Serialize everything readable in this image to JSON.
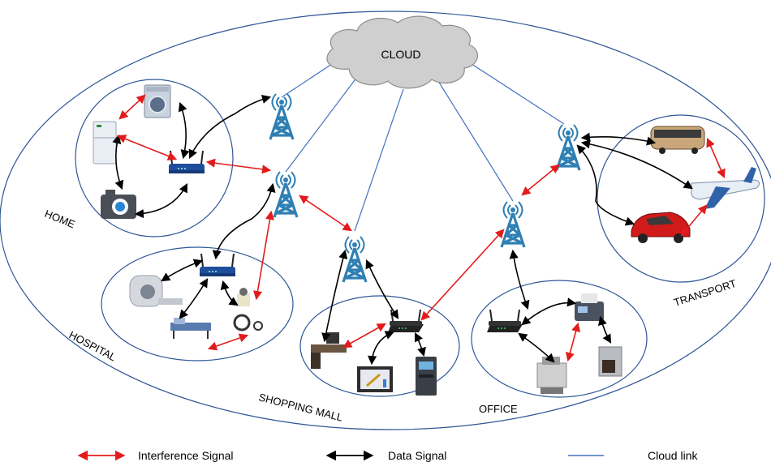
{
  "cloud": {
    "label": "CLOUD"
  },
  "zones": {
    "home": "HOME",
    "hospital": "HOSPITAL",
    "shopping_mall": "SHOPPING MALL",
    "office": "OFFICE",
    "transport": "TRANSPORT"
  },
  "legend": {
    "interference": "Interference Signal",
    "data": "Data Signal",
    "cloud_link": "Cloud link"
  },
  "colors": {
    "interference": "#e21c1c",
    "data": "#000000",
    "cloud_link": "#4472c4",
    "outline": "#2e5597",
    "tower": "#2f7fb3"
  }
}
